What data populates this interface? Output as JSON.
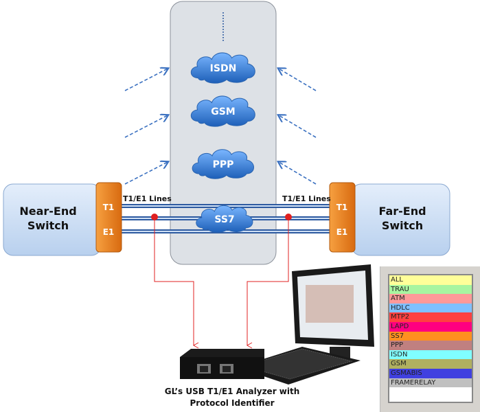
{
  "network_cloud": {
    "protocols": [
      "ISDN",
      "GSM",
      "PPP",
      "SS7"
    ]
  },
  "near_end": {
    "label_line1": "Near-End",
    "label_line2": "Switch",
    "ports": [
      "T1",
      "E1"
    ]
  },
  "far_end": {
    "label_line1": "Far-End",
    "label_line2": "Switch",
    "ports": [
      "T1",
      "E1"
    ]
  },
  "lines_label_left": "T1/E1 Lines",
  "lines_label_right": "T1/E1 Lines",
  "caption": {
    "line1": "GL’s USB T1/E1 Analyzer with",
    "line2": "Protocol Identifier"
  },
  "protocol_list": [
    {
      "label": "ALL",
      "color": "#ffff99"
    },
    {
      "label": "TRAU",
      "color": "#a8f5a0"
    },
    {
      "label": "ATM",
      "color": "#ff9999"
    },
    {
      "label": "HDLC",
      "color": "#80c0ff"
    },
    {
      "label": "MTP2",
      "color": "#ff4040"
    },
    {
      "label": "LAPD",
      "color": "#ff0080"
    },
    {
      "label": "SS7",
      "color": "#ff9020"
    },
    {
      "label": "PPP",
      "color": "#c08080"
    },
    {
      "label": "ISDN",
      "color": "#80ffff"
    },
    {
      "label": "GSM",
      "color": "#b0b060"
    },
    {
      "label": "GSMABIS",
      "color": "#4040e0"
    },
    {
      "label": "FRAMERELAY",
      "color": "#c0c0c0"
    }
  ],
  "colors": {
    "cloud": "#3a7fd0",
    "port_box": "#f08a20",
    "switch_box": "#c8dcf5",
    "probe": "#e02020",
    "line": "#2d5aa0"
  }
}
